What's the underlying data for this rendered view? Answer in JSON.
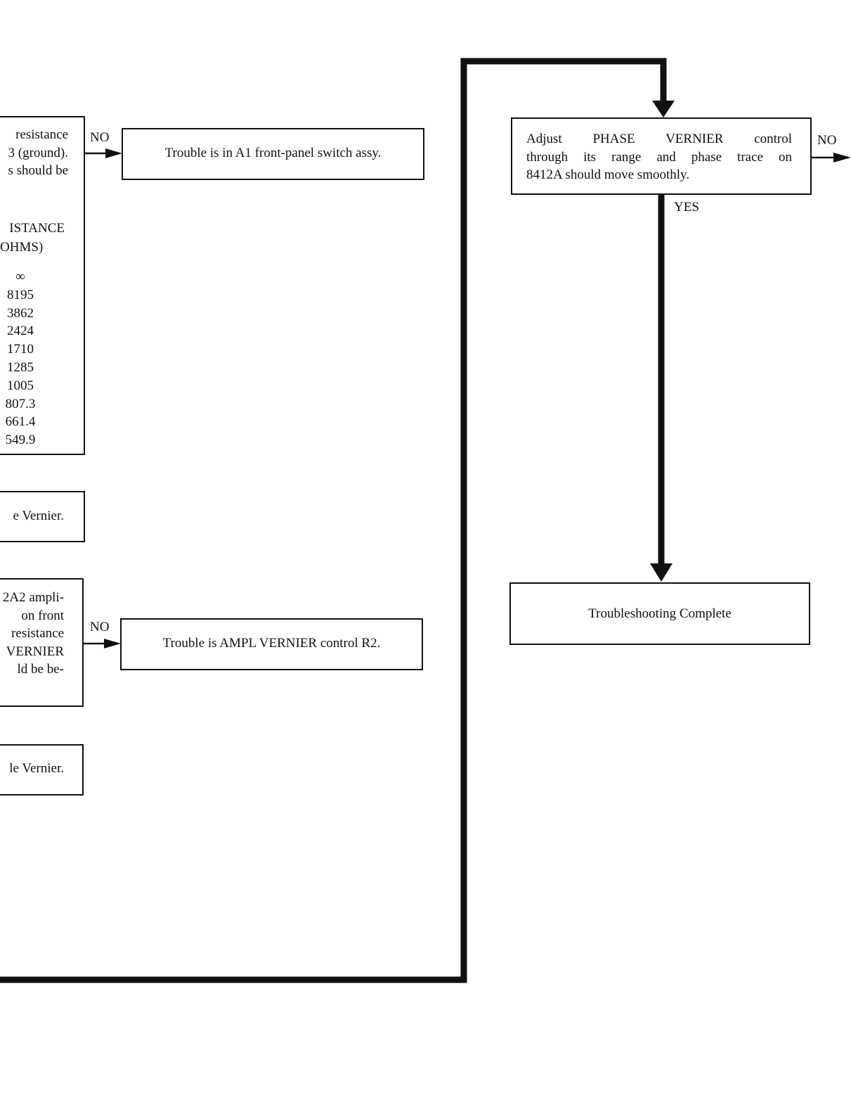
{
  "left_column": {
    "resistance_check": {
      "lines": [
        "resistance",
        "3 (ground).",
        "s should be"
      ],
      "table_header": [
        "ISTANCE",
        "OHMS)"
      ],
      "values": [
        "∞",
        "8195",
        "3862",
        "2424",
        "1710",
        "1285",
        "1005",
        "807.3",
        "661.4",
        "549.9"
      ]
    },
    "phase_vernier_partial": "e Vernier.",
    "ampl_check": {
      "lines": [
        "2A2 ampli-",
        "on front",
        "resistance",
        "VERNIER",
        "ld be be-"
      ]
    },
    "ampl_vernier_partial": "le Vernier."
  },
  "results": {
    "switch_assy": "Trouble is in A1 front-panel switch assy.",
    "ampl_vernier_r2": "Trouble is AMPL VERNIER control R2."
  },
  "right_column": {
    "adjust_phase": {
      "lines": [
        "Adjust PHASE VERNIER control",
        "through its range and phase trace on",
        "8412A should move smoothly."
      ]
    },
    "complete": "Troubleshooting Complete"
  },
  "labels": {
    "no_1": "NO",
    "no_2": "NO",
    "no_3": "NO",
    "yes_1": "YES"
  }
}
